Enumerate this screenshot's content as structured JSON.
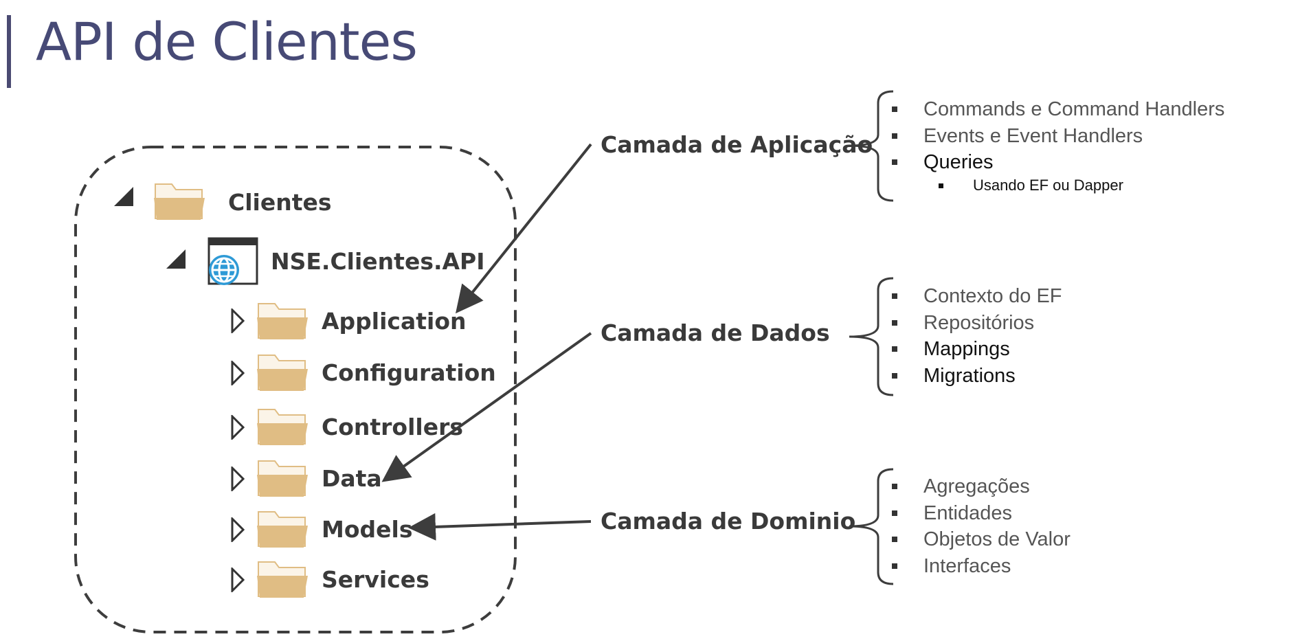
{
  "title": "API de Clientes",
  "tree": {
    "root": "Clientes",
    "project": "NSE.Clientes.API",
    "folders": [
      "Application",
      "Configuration",
      "Controllers",
      "Data",
      "Models",
      "Services"
    ]
  },
  "layers": [
    {
      "label": "Camada de Aplicação",
      "items": [
        {
          "text": "Commands e Command Handlers"
        },
        {
          "text": "Events e Event Handlers"
        },
        {
          "text": "Queries"
        }
      ],
      "sub_item": "Usando EF ou Dapper"
    },
    {
      "label": "Camada de Dados",
      "items": [
        {
          "text": "Contexto do EF"
        },
        {
          "text": "Repositórios"
        },
        {
          "text": "Mappings"
        },
        {
          "text": "Migrations"
        }
      ]
    },
    {
      "label": "Camada de Dominio",
      "items": [
        {
          "text": "Agregações"
        },
        {
          "text": "Entidades"
        },
        {
          "text": "Objetos de Valor"
        },
        {
          "text": "Interfaces"
        }
      ]
    }
  ],
  "colors": {
    "title": "#474a76",
    "folder": "#e0bd84",
    "globe": "#2e9ad6",
    "line": "#3d3d3d"
  }
}
